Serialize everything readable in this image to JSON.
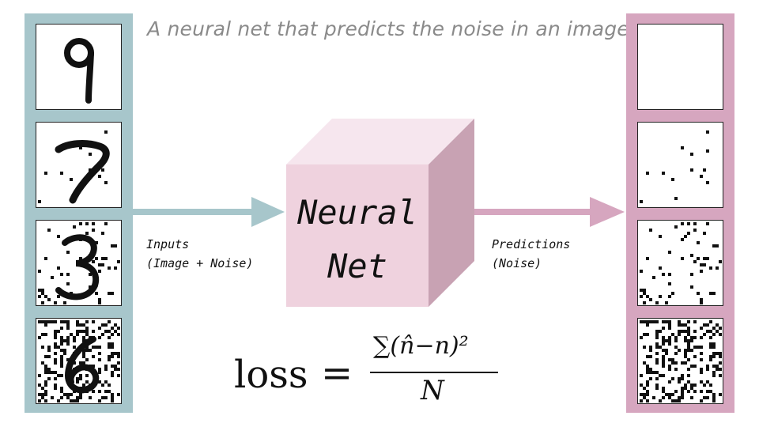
{
  "title": "A neural net that predicts the noise in an image",
  "inputs_label": [
    "Inputs",
    "(Image + Noise)"
  ],
  "predictions_label": [
    "Predictions",
    "(Noise)"
  ],
  "network_label": [
    "Neural",
    "Net"
  ],
  "formula": {
    "lhs": "loss",
    "equals": "=",
    "numerator": "∑(n̂−n)²",
    "denominator": "N"
  },
  "input_tiles": [
    {
      "digit": "9",
      "noise_level": 0
    },
    {
      "digit": "7",
      "noise_level": 0.02
    },
    {
      "digit": "3",
      "noise_level": 0.08
    },
    {
      "digit": "6",
      "noise_level": 0.3
    }
  ],
  "prediction_tiles": [
    {
      "noise_level": 0
    },
    {
      "noise_level": 0.02
    },
    {
      "noise_level": 0.08
    },
    {
      "noise_level": 0.3
    }
  ],
  "colors": {
    "input_panel": "#a7c6cb",
    "prediction_panel": "#d6a6bf",
    "cube_front": "#efd2de",
    "cube_top": "#f6e6ee",
    "cube_side": "#c8a2b3",
    "input_arrow": "#a7c6cb",
    "prediction_arrow": "#d6a6bf"
  }
}
